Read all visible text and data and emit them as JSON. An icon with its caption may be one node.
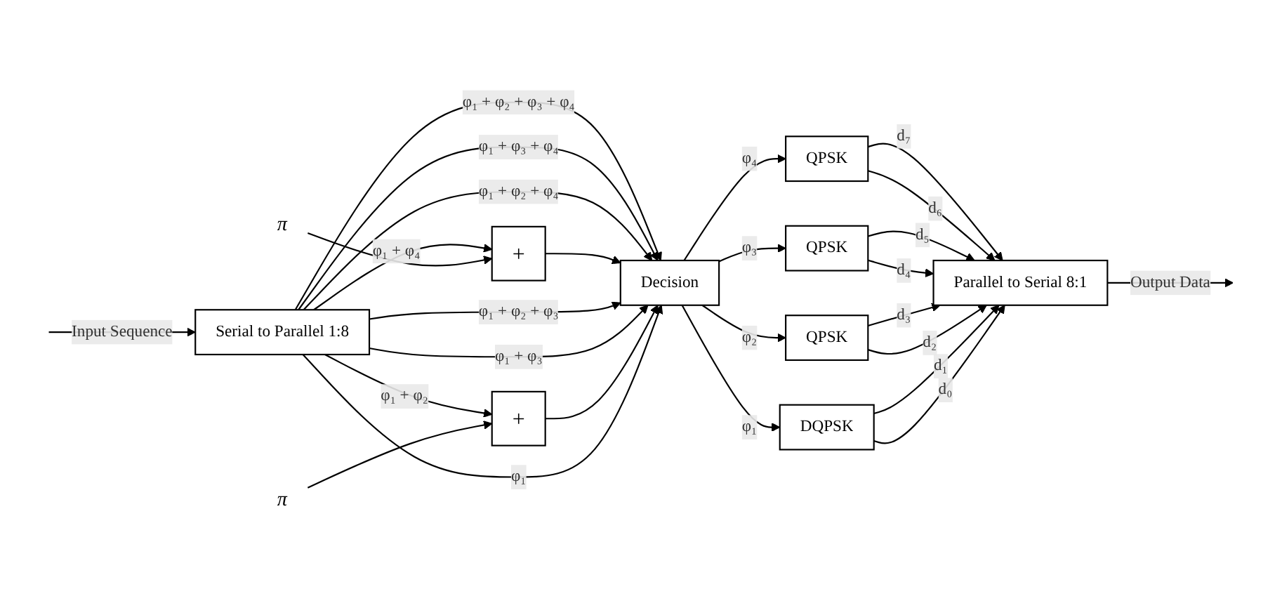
{
  "diagram": {
    "nodes": [
      {
        "text": [
          "Serial to Parallel 1:8"
        ]
      },
      {
        "text": [
          "+"
        ]
      },
      {
        "text": [
          "π"
        ]
      },
      {
        "text": [
          "+"
        ]
      },
      {
        "text": [
          "π"
        ]
      },
      {
        "text": [
          "Decision"
        ]
      },
      {
        "text": [
          "QPSK"
        ]
      },
      {
        "text": [
          "QPSK"
        ]
      },
      {
        "text": [
          "QPSK"
        ]
      },
      {
        "text": [
          "DQPSK"
        ]
      },
      {
        "text": [
          "Parallel to Serial 8:1"
        ]
      }
    ],
    "edges": [
      {
        "from": null,
        "to": 0,
        "arrow": "to",
        "label": "Input Sequence"
      },
      {
        "from": 0,
        "to": 5,
        "arrow": "to",
        "label": "φ₁ + φ₂ + φ₃ + φ₄"
      },
      {
        "from": 0,
        "to": 5,
        "arrow": "to",
        "label": "φ₁ + φ₃ + φ₄"
      },
      {
        "from": 0,
        "to": 5,
        "arrow": "to",
        "label": "φ₁ + φ₂ + φ₄"
      },
      {
        "from": 0,
        "to": 1,
        "arrow": "to",
        "label": "φ₁ + φ₄"
      },
      {
        "from": 1,
        "to": 5,
        "arrow": "to"
      },
      {
        "from": 2,
        "to": 1,
        "arrow": "to"
      },
      {
        "from": 0,
        "to": 5,
        "arrow": "to",
        "label": "φ₁ + φ₂ + φ₃"
      },
      {
        "from": 0,
        "to": 5,
        "arrow": "to",
        "label": "φ₁ + φ₃"
      },
      {
        "from": 0,
        "to": 3,
        "arrow": "to",
        "label": "φ₁ + φ₂"
      },
      {
        "from": 3,
        "to": 5,
        "arrow": "to"
      },
      {
        "from": 4,
        "to": 3,
        "arrow": "to"
      },
      {
        "from": 0,
        "to": 5,
        "arrow": "to",
        "label": "φ₁"
      },
      {
        "from": 5,
        "to": 6,
        "arrow": "to",
        "label": "φ₄"
      },
      {
        "from": 5,
        "to": 7,
        "arrow": "to",
        "label": "φ₃"
      },
      {
        "from": 5,
        "to": 8,
        "arrow": "to",
        "label": "φ₂"
      },
      {
        "from": 5,
        "to": 9,
        "arrow": "to",
        "label": "φ₁"
      },
      {
        "from": 6,
        "to": 10,
        "arrow": "to",
        "label": "d₇"
      },
      {
        "from": 6,
        "to": 10,
        "arrow": "to",
        "label": "d₆"
      },
      {
        "from": 7,
        "to": 10,
        "arrow": "to",
        "label": "d₅"
      },
      {
        "from": 7,
        "to": 10,
        "arrow": "to",
        "label": "d₄"
      },
      {
        "from": 8,
        "to": 10,
        "arrow": "to",
        "label": "d₃"
      },
      {
        "from": 8,
        "to": 10,
        "arrow": "to",
        "label": "d₂"
      },
      {
        "from": 9,
        "to": 10,
        "arrow": "to",
        "label": "d₁"
      },
      {
        "from": 9,
        "to": 10,
        "arrow": "to",
        "label": "d₀"
      },
      {
        "from": 10,
        "to": null,
        "arrow": "to",
        "label": "Output Data"
      }
    ]
  }
}
